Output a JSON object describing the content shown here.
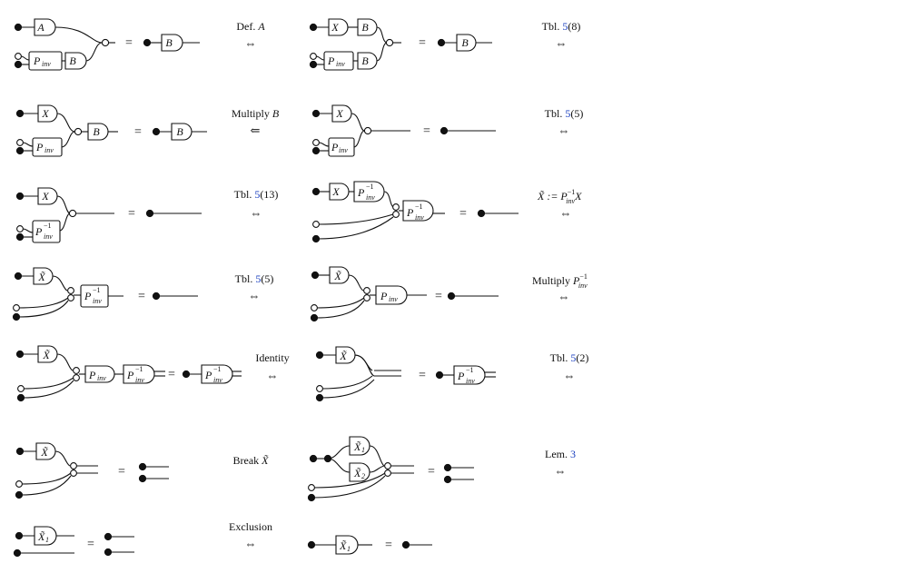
{
  "gates": {
    "A": "A",
    "B": "B",
    "X": "X",
    "P": "P",
    "inv": "inv",
    "neg1": "−1",
    "Xt": "X̃",
    "one": "1",
    "two": "2"
  },
  "symbols": {
    "equals": "="
  },
  "rules": [
    {
      "text": "Def. ",
      "math": "A",
      "ref": "",
      "suffix": "",
      "arrow": "⇔"
    },
    {
      "text": "Tbl. ",
      "math": "",
      "ref": "5",
      "suffix": "(8)",
      "arrow": "⇔"
    },
    {
      "text": "Multiply ",
      "math": "B",
      "ref": "",
      "suffix": "",
      "arrow": "⇐"
    },
    {
      "text": "Tbl. ",
      "math": "",
      "ref": "5",
      "suffix": "(5)",
      "arrow": "⇔"
    },
    {
      "text": "Tbl. ",
      "math": "",
      "ref": "5",
      "suffix": "(13)",
      "arrow": "⇔"
    },
    {
      "text": "",
      "math": "X̃ := P",
      "ref": "",
      "suffix": "X",
      "arrow": "⇔"
    },
    {
      "text": "Tbl. ",
      "math": "",
      "ref": "5",
      "suffix": "(5)",
      "arrow": "⇔"
    },
    {
      "text": "Multiply ",
      "math": "P",
      "ref": "",
      "suffix": "",
      "arrow": "⇔"
    },
    {
      "text": "Identity",
      "math": "",
      "ref": "",
      "suffix": "",
      "arrow": "⇔"
    },
    {
      "text": "Tbl. ",
      "math": "",
      "ref": "5",
      "suffix": "(2)",
      "arrow": "⇔"
    },
    {
      "text": "Break ",
      "math": "X̃",
      "ref": "",
      "suffix": "",
      "arrow": ""
    },
    {
      "text": "Lem. ",
      "math": "",
      "ref": "3",
      "suffix": "",
      "arrow": "⇔"
    },
    {
      "text": "Exclusion",
      "math": "",
      "ref": "",
      "suffix": "",
      "arrow": "⇔"
    }
  ]
}
